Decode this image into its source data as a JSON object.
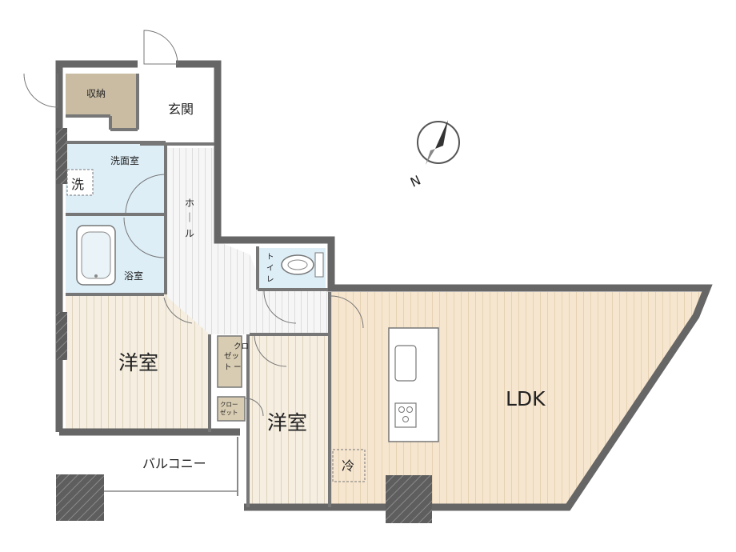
{
  "rooms": {
    "storage": "収納",
    "entrance": "玄関",
    "washroom": "洗面室",
    "washer": "洗",
    "hall_line1": "ホ",
    "hall_line2": "｜",
    "hall_line3": "ル",
    "bathroom": "浴室",
    "toilet_line1": "ト",
    "toilet_line2": "イ",
    "toilet_line3": "レ",
    "western_room_left": "洋室",
    "western_room_right": "洋室",
    "closet_a_line1": "クロ",
    "closet_a_line2": "ゼッ",
    "closet_a_line3": "ト",
    "closet_a_line4": "ー",
    "closet_b_line1": "クロー",
    "closet_b_line2": "ゼット",
    "balcony": "バルコニー",
    "ldk": "LDK",
    "fridge": "冷"
  },
  "compass": {
    "label": "N"
  },
  "colors": {
    "wall": "#666666",
    "floor_wood": "#f4ede0",
    "floor_ldk": "#f6e7d2",
    "floor_wet": "#dfeef7",
    "storage": "#c9bca2",
    "closet": "#d8ccb2",
    "hall": "#f2f2f2"
  }
}
